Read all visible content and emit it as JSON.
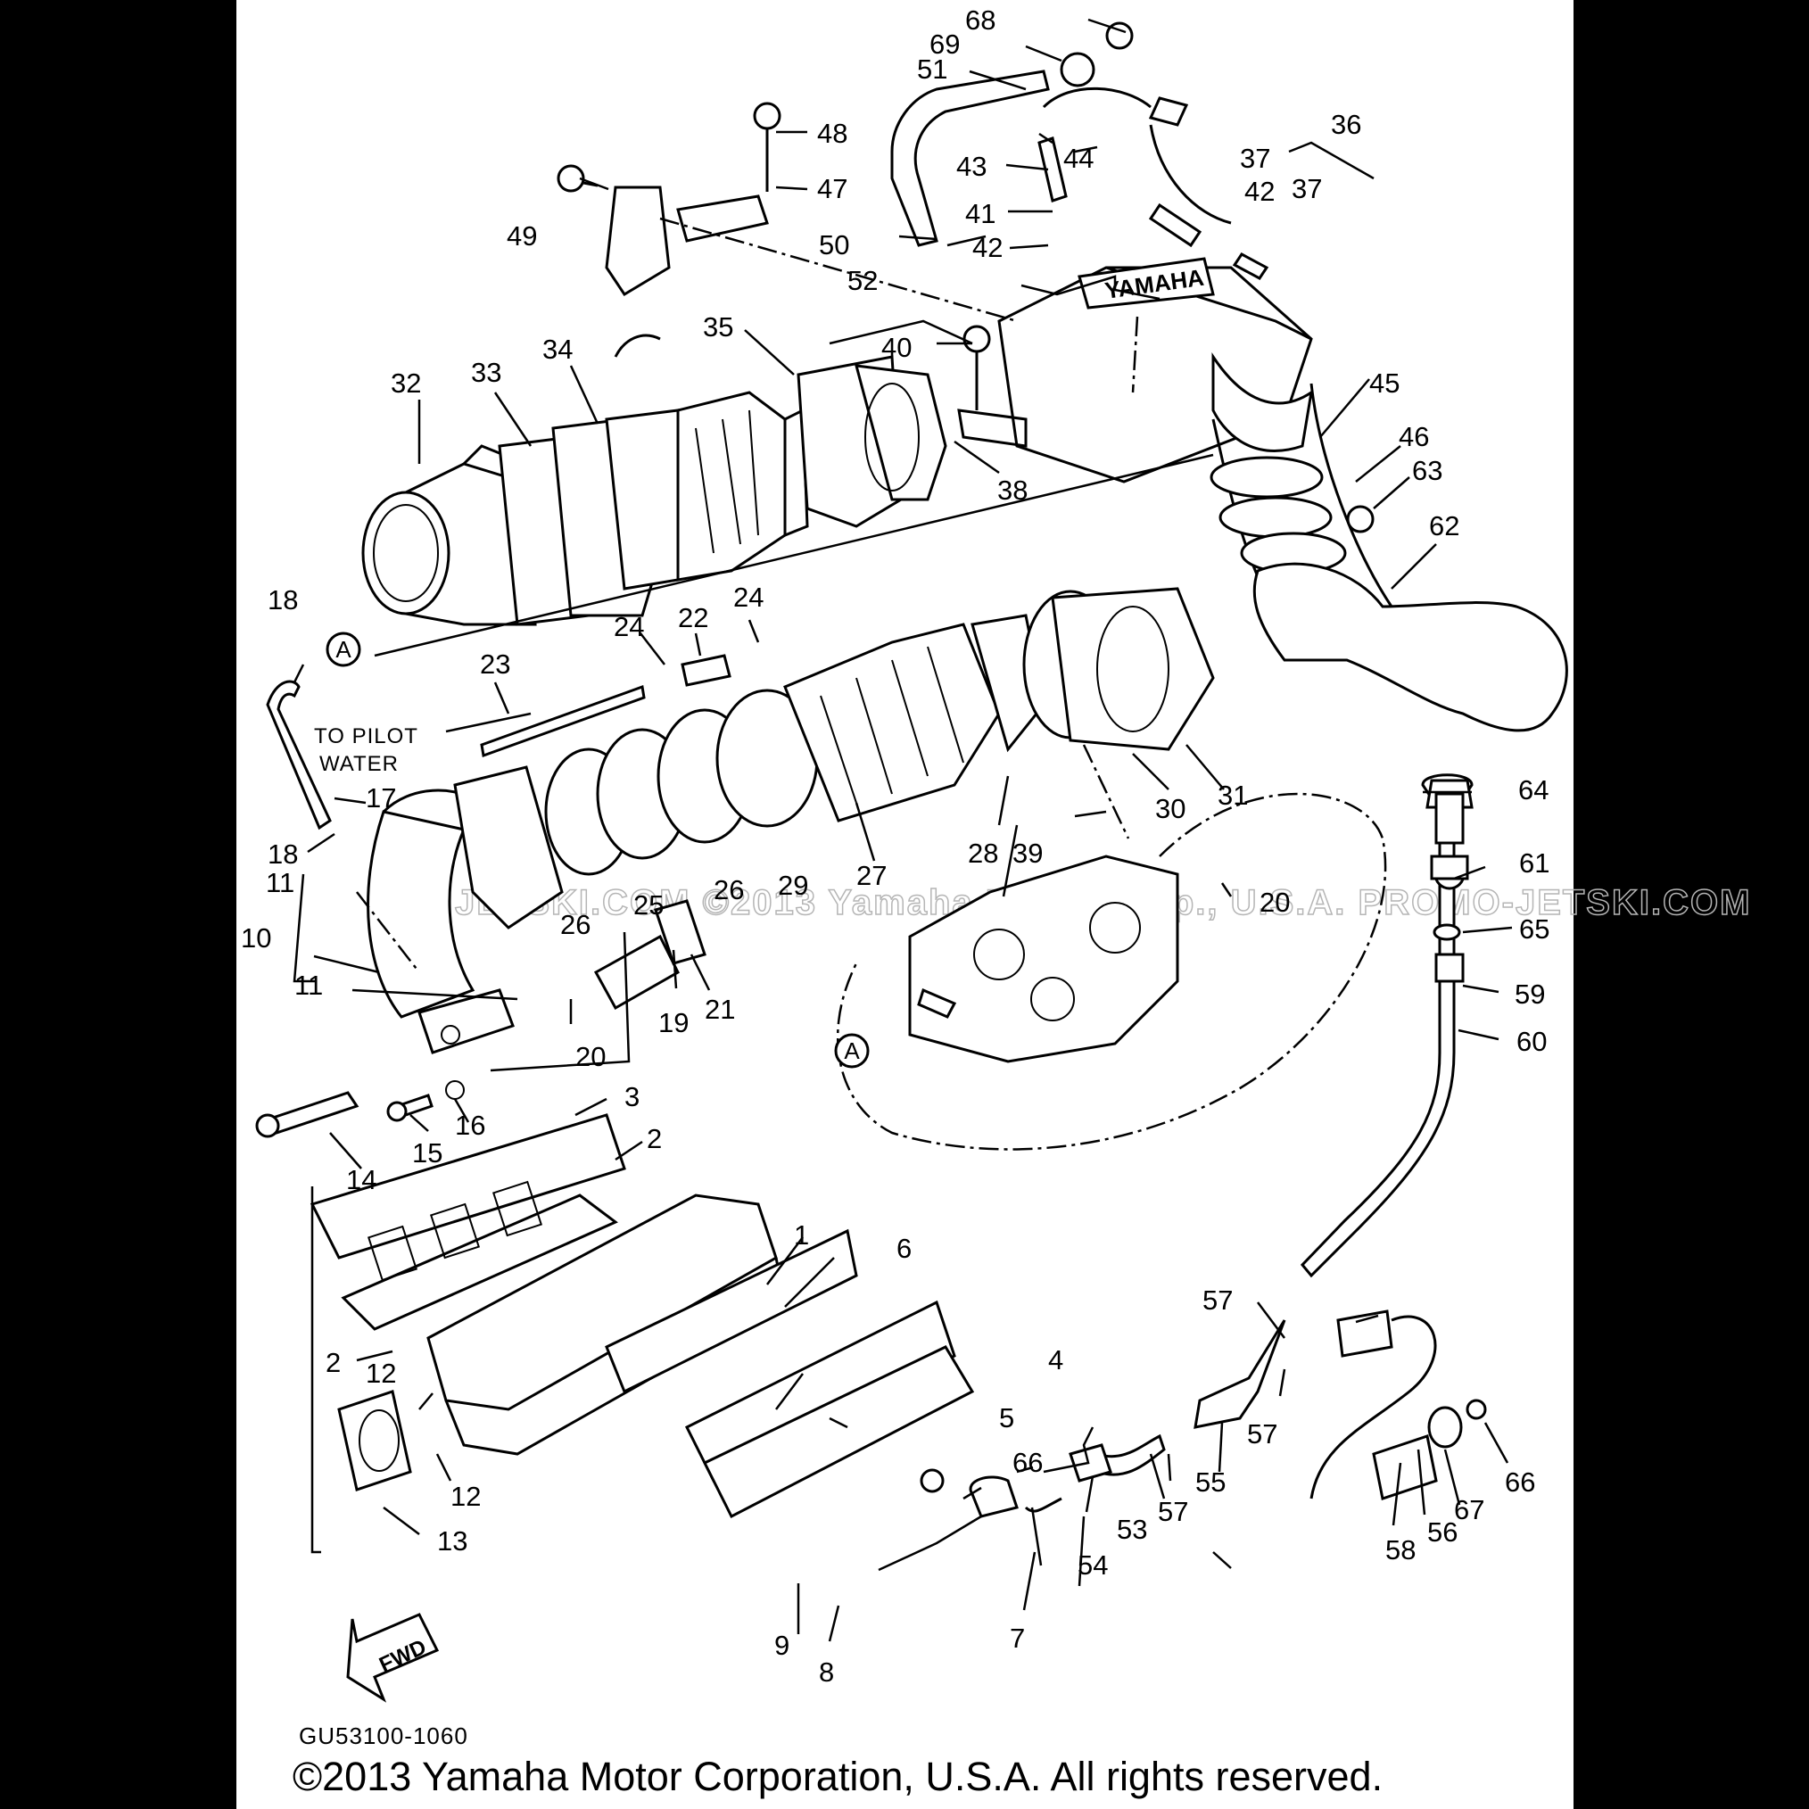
{
  "note": {
    "line1": "TO PILOT",
    "line2": "WATER"
  },
  "marker": "A",
  "brand_logo": "YAMAHA",
  "fwd_arrow": "FWD",
  "watermark": "JETSKI.COM  ©2013 Yamaha Motor Corp., U.S.A. PROMO-JETSKI.COM",
  "diagram_code": "GU53100-1060",
  "copyright": "©2013 Yamaha Motor Corporation, U.S.A. All rights reserved.",
  "callouts": [
    "1",
    "2",
    "2",
    "3",
    "4",
    "5",
    "6",
    "7",
    "8",
    "9",
    "10",
    "11",
    "11",
    "12",
    "12",
    "13",
    "14",
    "15",
    "16",
    "17",
    "18",
    "18",
    "19",
    "20",
    "20",
    "21",
    "22",
    "23",
    "24",
    "24",
    "25",
    "26",
    "26",
    "27",
    "28",
    "29",
    "30",
    "31",
    "32",
    "33",
    "34",
    "35",
    "36",
    "37",
    "37",
    "38",
    "39",
    "40",
    "41",
    "42",
    "42",
    "43",
    "44",
    "45",
    "46",
    "47",
    "48",
    "49",
    "50",
    "51",
    "52",
    "53",
    "54",
    "55",
    "56",
    "57",
    "57",
    "57",
    "58",
    "59",
    "60",
    "61",
    "62",
    "63",
    "64",
    "65",
    "66",
    "66",
    "67",
    "68",
    "69"
  ]
}
